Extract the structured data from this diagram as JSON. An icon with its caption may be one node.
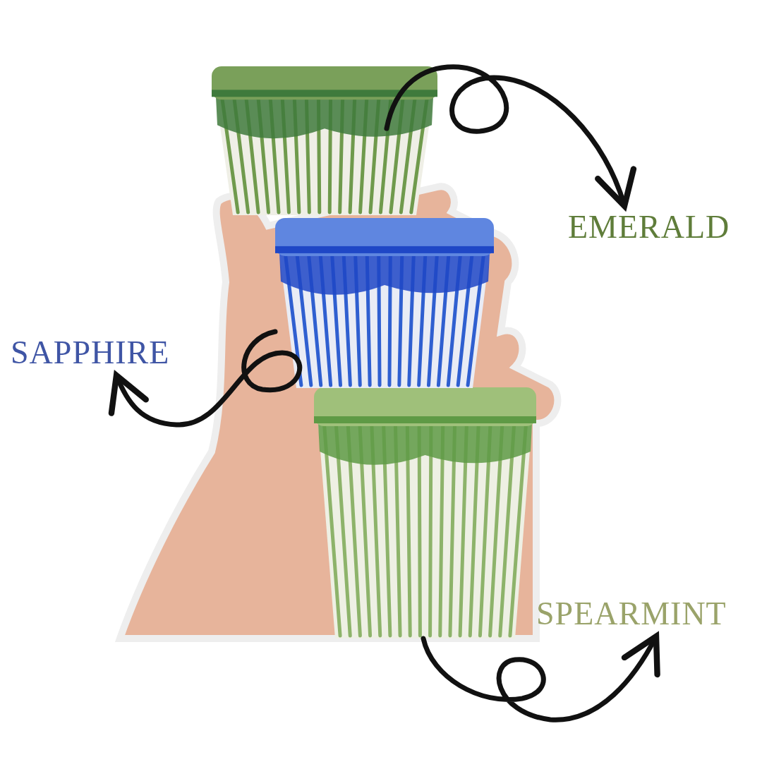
{
  "diagram": {
    "nodes": [
      {
        "text": [],
        "shape": "picture"
      },
      {
        "text": [],
        "shape": "picture"
      },
      {
        "text": [],
        "shape": "picture"
      },
      {
        "text": [
          "EMERALD"
        ]
      },
      {
        "text": [
          "SAPPHIRE"
        ]
      },
      {
        "text": [
          "SPEARMINT"
        ]
      }
    ],
    "edges": [
      {
        "from": 0,
        "to": 3,
        "arrow": "to"
      },
      {
        "from": 1,
        "to": 4,
        "arrow": "to"
      },
      {
        "from": 2,
        "to": 5,
        "arrow": "to"
      }
    ]
  }
}
